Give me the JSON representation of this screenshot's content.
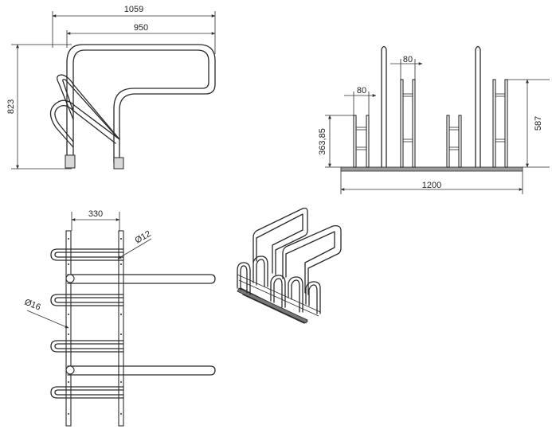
{
  "views": {
    "side": {
      "overall_width": "1059",
      "inner_width": "950",
      "height": "823"
    },
    "front": {
      "bay_spacing_a": "80",
      "bay_spacing_b": "80",
      "low_height": "363,85",
      "high_height": "587",
      "base_length": "1200"
    },
    "top": {
      "span": "330",
      "rod_diameter": "Ø12",
      "tube_diameter": "Ø16"
    }
  }
}
